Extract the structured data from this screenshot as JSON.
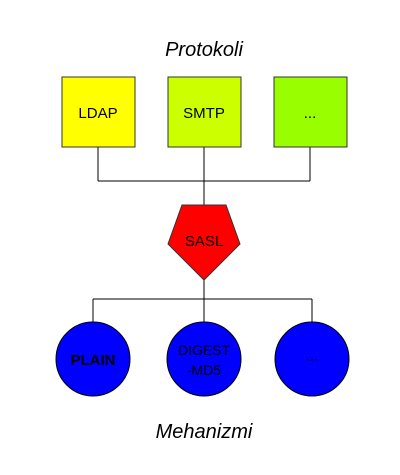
{
  "top_label": "Protokoli",
  "bottom_label": "Mehanizmi",
  "protocols": [
    {
      "label": "LDAP",
      "color": "#ffff00"
    },
    {
      "label": "SMTP",
      "color": "#ccff00"
    },
    {
      "label": "...",
      "color": "#99ff00"
    }
  ],
  "center": {
    "label": "SASL",
    "color": "#ff0000"
  },
  "mechanisms": [
    {
      "label": "PLAIN",
      "color": "#0000ff"
    },
    {
      "label_line1": "DIGEST",
      "label_line2": "-MD5",
      "color": "#0000ff"
    },
    {
      "label": "...",
      "color": "#0000ff"
    }
  ],
  "connector_color": "#000000"
}
